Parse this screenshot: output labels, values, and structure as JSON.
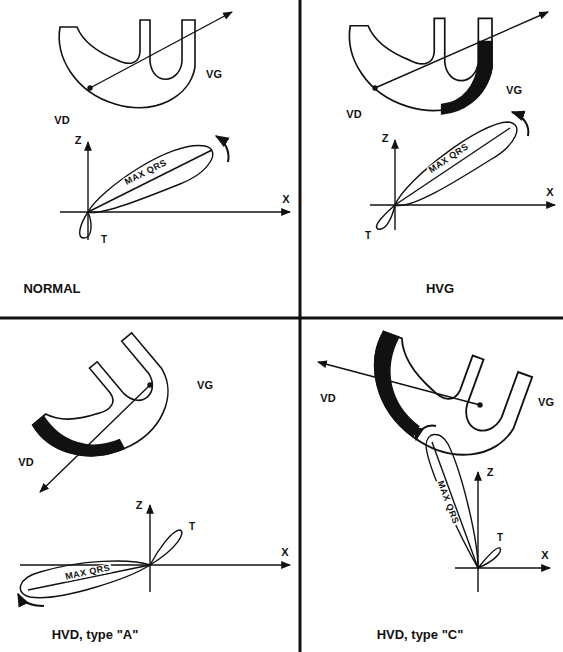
{
  "diagram": {
    "labels": [
      "VD",
      "VG",
      "Z",
      "X",
      "MAX QRS",
      "T",
      "NORMAL",
      "VD",
      "VG",
      "Z",
      "X",
      "MAX QRS",
      "T",
      "HVG",
      "VD",
      "VG",
      "Z",
      "X",
      "T",
      "MAX QRS",
      "HVD, type \"A\"",
      "VD",
      "VG",
      "Z",
      "X",
      "MAX QRS",
      "T",
      "HVD, type \"C\""
    ]
  }
}
